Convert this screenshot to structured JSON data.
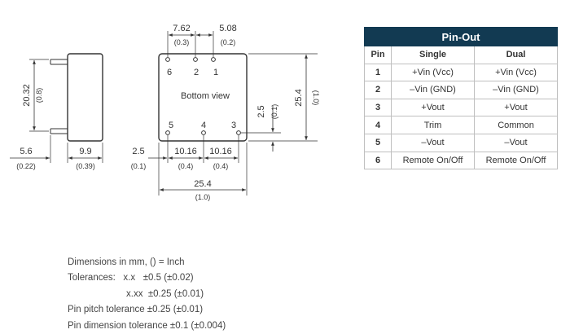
{
  "drawing": {
    "side_height": "20.32",
    "side_height_inch": "(0.8)",
    "lead_len": "5.6",
    "lead_len_inch": "(0.22)",
    "body_depth": "9.9",
    "body_depth_inch": "(0.39)",
    "top_pitch_a": "7.62",
    "top_pitch_a_inch": "(0.3)",
    "top_pitch_b": "5.08",
    "top_pitch_b_inch": "(0.2)",
    "left_offset": "2.5",
    "left_offset_inch": "(0.1)",
    "bottom_pitch_a": "10.16",
    "bottom_pitch_a_inch": "(0.4)",
    "bottom_pitch_b": "10.16",
    "bottom_pitch_b_inch": "(0.4)",
    "width": "25.4",
    "width_inch": "(1.0)",
    "height": "25.4",
    "height_inch": "(1.0)",
    "bottom_offset": "2.5",
    "bottom_offset_inch": "(0.1)",
    "view_label": "Bottom view",
    "pin_labels": [
      "6",
      "2",
      "1",
      "5",
      "4",
      "3"
    ]
  },
  "pinout": {
    "title": "Pin-Out",
    "headers": [
      "Pin",
      "Single",
      "Dual"
    ],
    "rows": [
      [
        "1",
        "+Vin (Vcc)",
        "+Vin (Vcc)"
      ],
      [
        "2",
        "–Vin (GND)",
        "–Vin (GND)"
      ],
      [
        "3",
        "+Vout",
        "+Vout"
      ],
      [
        "4",
        "Trim",
        "Common"
      ],
      [
        "5",
        "–Vout",
        "–Vout"
      ],
      [
        "6",
        "Remote On/Off",
        "Remote On/Off"
      ]
    ]
  },
  "notes": {
    "line1": "Dimensions in mm, () = Inch",
    "tol_label": "Tolerances:",
    "tol_xx_fmt": "x.x",
    "tol_xx_val": "±0.5 (±0.02)",
    "tol_xxx_fmt": "x.xx",
    "tol_xxx_val": "±0.25 (±0.01)",
    "line4": "Pin pitch tolerance ±0.25 (±0.01)",
    "line5": "Pin dimension tolerance ±0.1 (±0.004)"
  }
}
